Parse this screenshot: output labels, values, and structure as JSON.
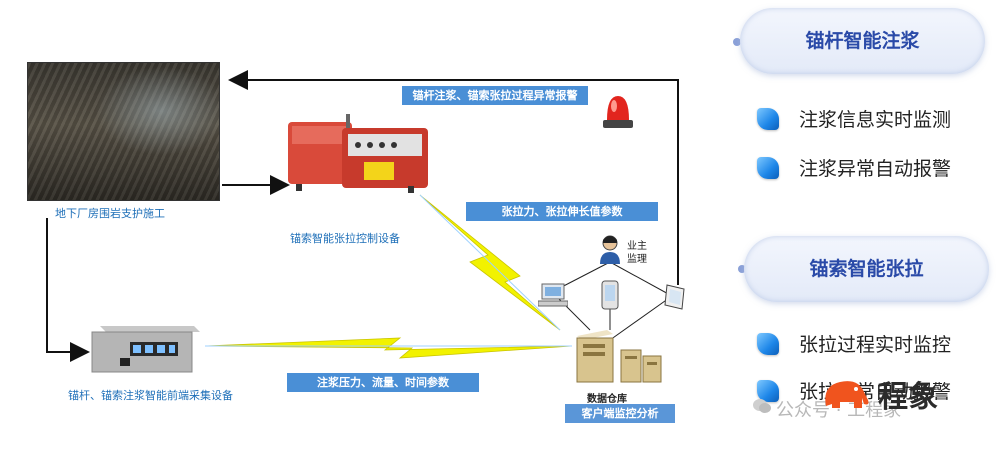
{
  "left": {
    "tunnel_caption": "地下厂房围岩支护施工",
    "tension_device_caption": "锚索智能张拉控制设备",
    "frontend_device_caption": "锚杆、锚索注浆智能前端采集设备",
    "alarm_label": "锚杆注浆、锚索张拉过程异常报警",
    "tension_params_label": "张拉力、张拉伸长值参数",
    "grout_params_label": "注浆压力、流量、时间参数",
    "owner_label": "业主\n监理",
    "warehouse_label": "数据仓库",
    "client_label": "客户端监控分析"
  },
  "right": {
    "panels": [
      {
        "title": "锚杆智能注浆",
        "features": [
          "注浆信息实时监测",
          "注浆异常自动报警"
        ]
      },
      {
        "title": "锚索智能张拉",
        "features": [
          "张拉过程实时监控",
          "张拉异常自动报警"
        ]
      }
    ]
  },
  "watermark": {
    "text": "公众号 · 工程家",
    "brand": "程象"
  },
  "colors": {
    "accent": "#4a8fd6",
    "caption": "#1e6fb8",
    "panel_title": "#2a4aa8",
    "lightning": "#f2f200"
  }
}
